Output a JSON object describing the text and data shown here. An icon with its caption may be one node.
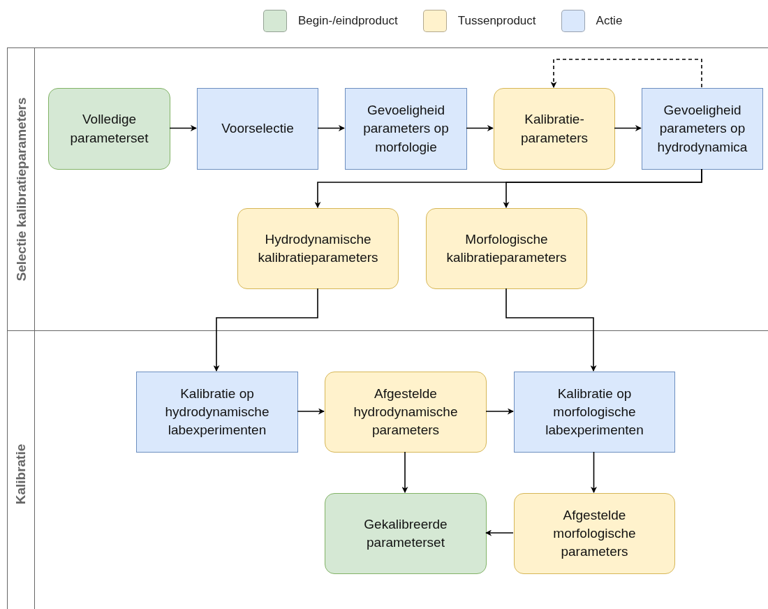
{
  "diagram": {
    "nodes": [
      {
        "text": [
          "Selectie kalibratieparameters"
        ]
      },
      {
        "text": [
          "Kalibratie"
        ]
      },
      {
        "text": [
          "Volledige parameterset"
        ],
        "in": 0
      },
      {
        "text": [
          "Voorselectie"
        ],
        "in": 0
      },
      {
        "text": [
          "Gevoeligheid parameters op morfologie"
        ],
        "in": 0
      },
      {
        "text": [
          "Kalibratie- parameters"
        ],
        "in": 0
      },
      {
        "text": [
          "Gevoeligheid parameters op hydrodynamica"
        ],
        "in": 0
      },
      {
        "text": [
          "Hydrodynamische kalibratieparameters"
        ],
        "in": 0
      },
      {
        "text": [
          "Morfologische kalibratieparameters"
        ],
        "in": 0
      },
      {
        "text": [
          "Kalibratie op hydrodynamische labexperimenten"
        ],
        "in": 1
      },
      {
        "text": [
          "Afgestelde hydrodynamische parameters"
        ],
        "in": 1
      },
      {
        "text": [
          "Kalibratie op morfologische labexperimenten"
        ],
        "in": 1
      },
      {
        "text": [
          "Gekalibreerde parameterset"
        ],
        "in": 1
      },
      {
        "text": [
          "Afgestelde morfologische parameters"
        ],
        "in": 1
      }
    ],
    "edges": [
      {
        "from": 2,
        "to": 3,
        "arrow": "to"
      },
      {
        "from": 3,
        "to": 4,
        "arrow": "to"
      },
      {
        "from": 4,
        "to": 5,
        "arrow": "to"
      },
      {
        "from": 5,
        "to": 6,
        "arrow": "to"
      },
      {
        "from": 6,
        "to": 5,
        "arrow": "to",
        "style": "dashed"
      },
      {
        "from": 6,
        "to": 7,
        "arrow": "to"
      },
      {
        "from": 6,
        "to": 8,
        "arrow": "to"
      },
      {
        "from": 7,
        "to": 9,
        "arrow": "to"
      },
      {
        "from": 8,
        "to": 11,
        "arrow": "to"
      },
      {
        "from": 9,
        "to": 10,
        "arrow": "to"
      },
      {
        "from": 10,
        "to": 11,
        "arrow": "to"
      },
      {
        "from": 10,
        "to": 12,
        "arrow": "to"
      },
      {
        "from": 11,
        "to": 13,
        "arrow": "to"
      },
      {
        "from": 13,
        "to": 12,
        "arrow": "to"
      }
    ],
    "legend": [
      {
        "text": "Begin-/eindproduct",
        "color": "#d5e8d4"
      },
      {
        "text": "Tussenproduct",
        "color": "#fff2cc"
      },
      {
        "text": "Actie",
        "color": "#dae8fc"
      }
    ]
  }
}
